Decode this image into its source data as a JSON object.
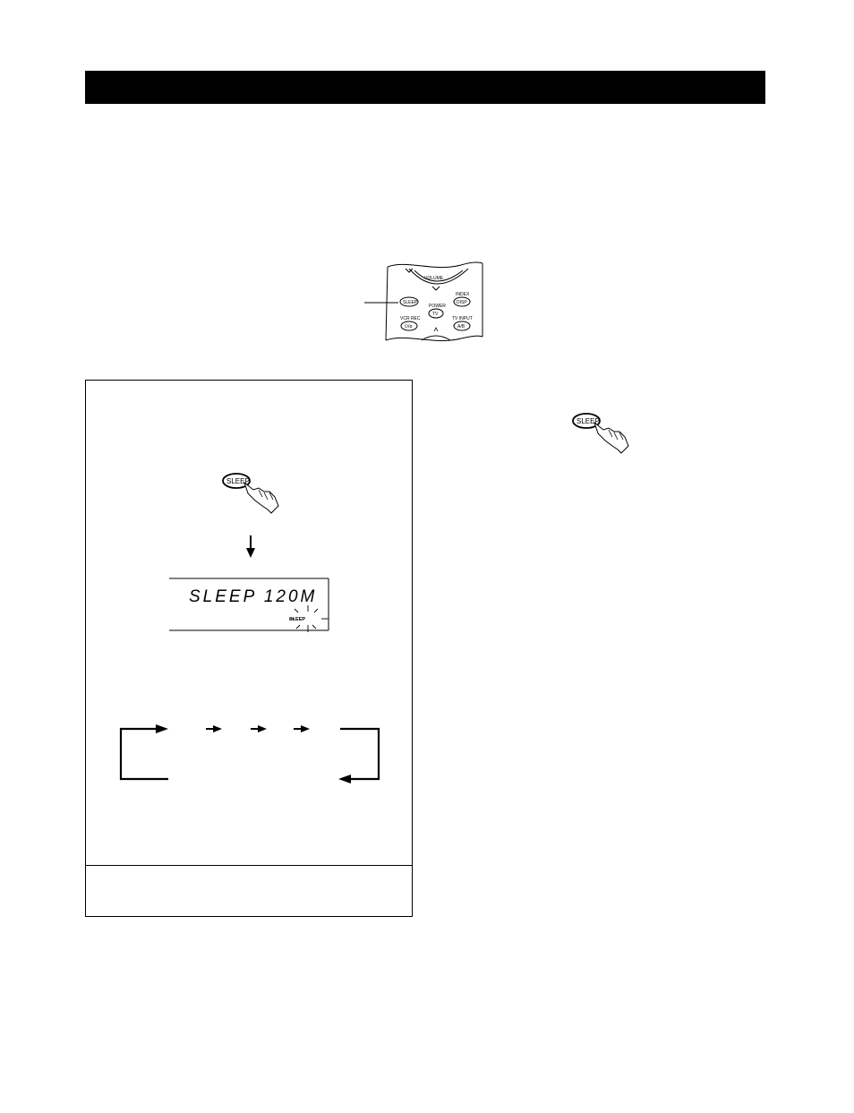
{
  "header": {
    "title": ""
  },
  "remote": {
    "buttons": {
      "sleep": "SLEEP",
      "volume": "VOLUME",
      "index": "INDEX",
      "disp": "DISP",
      "power": "POWER",
      "tv": "TV",
      "vcr_rec": "VCR REC",
      "tv_input": "TV INPUT",
      "ab": "A/B"
    }
  },
  "steps": {
    "sleep_button_label": "SLEEP"
  },
  "display": {
    "text": "SLEEP 120M",
    "indicator": "SLEEP"
  },
  "icons": {
    "hand": "hand-pointer-icon",
    "down_arrow": "arrow-down-icon",
    "cycle_arrow": "arrow-right-icon"
  },
  "colors": {
    "ink": "#000000",
    "paper": "#ffffff"
  }
}
